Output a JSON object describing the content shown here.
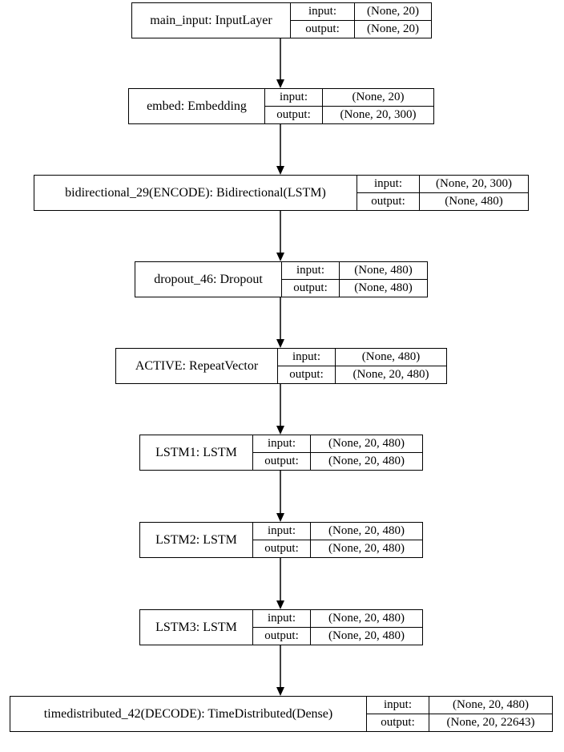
{
  "diagram": {
    "nodes": [
      {
        "id": "main_input",
        "name": "main_input: InputLayer",
        "input_label": "input:",
        "input": "(None, 20)",
        "output_label": "output:",
        "output": "(None, 20)"
      },
      {
        "id": "embed",
        "name": "embed: Embedding",
        "input_label": "input:",
        "input": "(None, 20)",
        "output_label": "output:",
        "output": "(None, 20, 300)"
      },
      {
        "id": "bidirectional_29",
        "name": "bidirectional_29(ENCODE): Bidirectional(LSTM)",
        "input_label": "input:",
        "input": "(None, 20, 300)",
        "output_label": "output:",
        "output": "(None, 480)"
      },
      {
        "id": "dropout_46",
        "name": "dropout_46: Dropout",
        "input_label": "input:",
        "input": "(None, 480)",
        "output_label": "output:",
        "output": "(None, 480)"
      },
      {
        "id": "active",
        "name": "ACTIVE: RepeatVector",
        "input_label": "input:",
        "input": "(None, 480)",
        "output_label": "output:",
        "output": "(None, 20, 480)"
      },
      {
        "id": "lstm1",
        "name": "LSTM1: LSTM",
        "input_label": "input:",
        "input": "(None, 20, 480)",
        "output_label": "output:",
        "output": "(None, 20, 480)"
      },
      {
        "id": "lstm2",
        "name": "LSTM2: LSTM",
        "input_label": "input:",
        "input": "(None, 20, 480)",
        "output_label": "output:",
        "output": "(None, 20, 480)"
      },
      {
        "id": "lstm3",
        "name": "LSTM3: LSTM",
        "input_label": "input:",
        "input": "(None, 20, 480)",
        "output_label": "output:",
        "output": "(None, 20, 480)"
      },
      {
        "id": "timedistributed_42",
        "name": "timedistributed_42(DECODE): TimeDistributed(Dense)",
        "input_label": "input:",
        "input": "(None, 20, 480)",
        "output_label": "output:",
        "output": "(None, 20, 22643)"
      }
    ],
    "edges": [
      {
        "from": "main_input",
        "to": "embed"
      },
      {
        "from": "embed",
        "to": "bidirectional_29"
      },
      {
        "from": "bidirectional_29",
        "to": "dropout_46"
      },
      {
        "from": "dropout_46",
        "to": "active"
      },
      {
        "from": "active",
        "to": "lstm1"
      },
      {
        "from": "lstm1",
        "to": "lstm2"
      },
      {
        "from": "lstm2",
        "to": "lstm3"
      },
      {
        "from": "lstm3",
        "to": "timedistributed_42"
      }
    ]
  }
}
